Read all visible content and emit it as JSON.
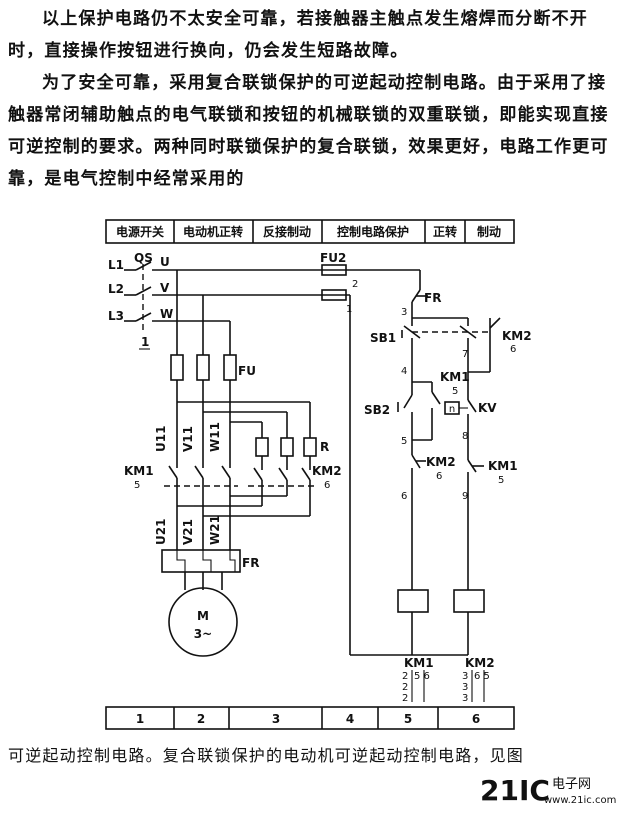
{
  "text": {
    "para1": "以上保护电路仍不太安全可靠，若接触器主触点发生熔焊而分断不开时，直接操作按钮进行换向，仍会发生短路故障。",
    "para2": "为了安全可靠，采用复合联锁保护的可逆起动控制电路。由于采用了接触器常闭辅助触点的电气联锁和按钮的机械联锁的双重联锁，即能实现直接可逆控制的要求。两种同时联锁保护的复合联锁，效果更好，电路工作更可靠，是电气控制中经常采用的",
    "para3": "可逆起动控制电路。复合联锁保护的电动机可逆起动控制电路，见图"
  },
  "diagram": {
    "header_cells": [
      "电源开关",
      "电动机正转",
      "反接制动",
      "控制电路保护",
      "正转",
      "制动"
    ],
    "footer_cells": [
      "1",
      "2",
      "3",
      "4",
      "5",
      "6"
    ],
    "labels": {
      "L1": "L1",
      "L2": "L2",
      "L3": "L3",
      "QS": "QS",
      "U": "U",
      "V": "V",
      "W": "W",
      "qs_num": "1",
      "FU": "FU",
      "FU2": "FU2",
      "fu2_n2": "2",
      "fu2_n1": "1",
      "U11": "U11",
      "V11": "V11",
      "W11": "W11",
      "R": "R",
      "KM1_left": "KM1",
      "KM1_left_num": "5",
      "KM2_left": "KM2",
      "KM2_left_num": "6",
      "U21": "U21",
      "V21": "V21",
      "W21": "W21",
      "FR_left": "FR",
      "motor_M": "M",
      "motor_3": "3~",
      "FR_right": "FR",
      "n3": "3",
      "SB1": "SB1",
      "KM2_top": "KM2",
      "KM2_top_num": "6",
      "n7": "7",
      "n4": "4",
      "KM1_mid": "KM1",
      "KM1_mid_num": "5",
      "KV_box": "n",
      "KV": "KV",
      "SB2": "SB2",
      "n8": "8",
      "n5": "5",
      "KM2_low": "KM2",
      "KM2_low_num": "6",
      "KM1_low": "KM1",
      "KM1_low_num": "5",
      "n6": "6",
      "n9": "9",
      "KM1_bottom": "KM1",
      "KM2_bottom": "KM2",
      "km1_c1": "2",
      "km1_c2": "2",
      "km1_c3": "2",
      "km1_r": "5 6",
      "km2_c1": "3",
      "km2_c2": "3",
      "km2_c3": "3",
      "km2_r": "6 5"
    }
  },
  "watermark": {
    "brand": "21IC",
    "cn": "电子网",
    "url": "www.21ic.com"
  },
  "colors": {
    "watermark": "#e8a0a6"
  }
}
